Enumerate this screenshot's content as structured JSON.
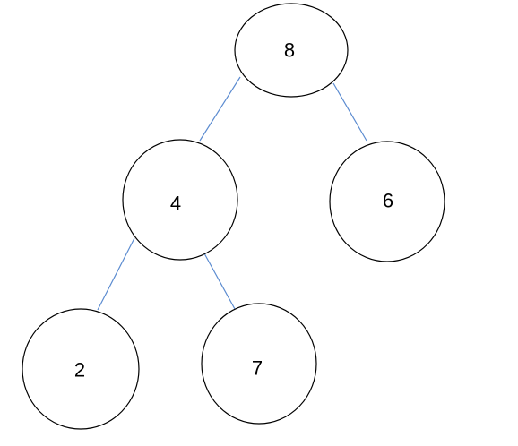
{
  "tree": {
    "colors": {
      "edge": "#5b8bd0",
      "node_stroke": "#000000",
      "node_fill": "#ffffff",
      "text": "#000000"
    },
    "nodes": [
      {
        "id": "n8",
        "label": "8"
      },
      {
        "id": "n4",
        "label": "4"
      },
      {
        "id": "n6",
        "label": "6"
      },
      {
        "id": "n2",
        "label": "2"
      },
      {
        "id": "n7",
        "label": "7"
      }
    ],
    "edges": [
      {
        "from": "n8",
        "to": "n4"
      },
      {
        "from": "n8",
        "to": "n6"
      },
      {
        "from": "n4",
        "to": "n2"
      },
      {
        "from": "n4",
        "to": "n7"
      }
    ]
  }
}
